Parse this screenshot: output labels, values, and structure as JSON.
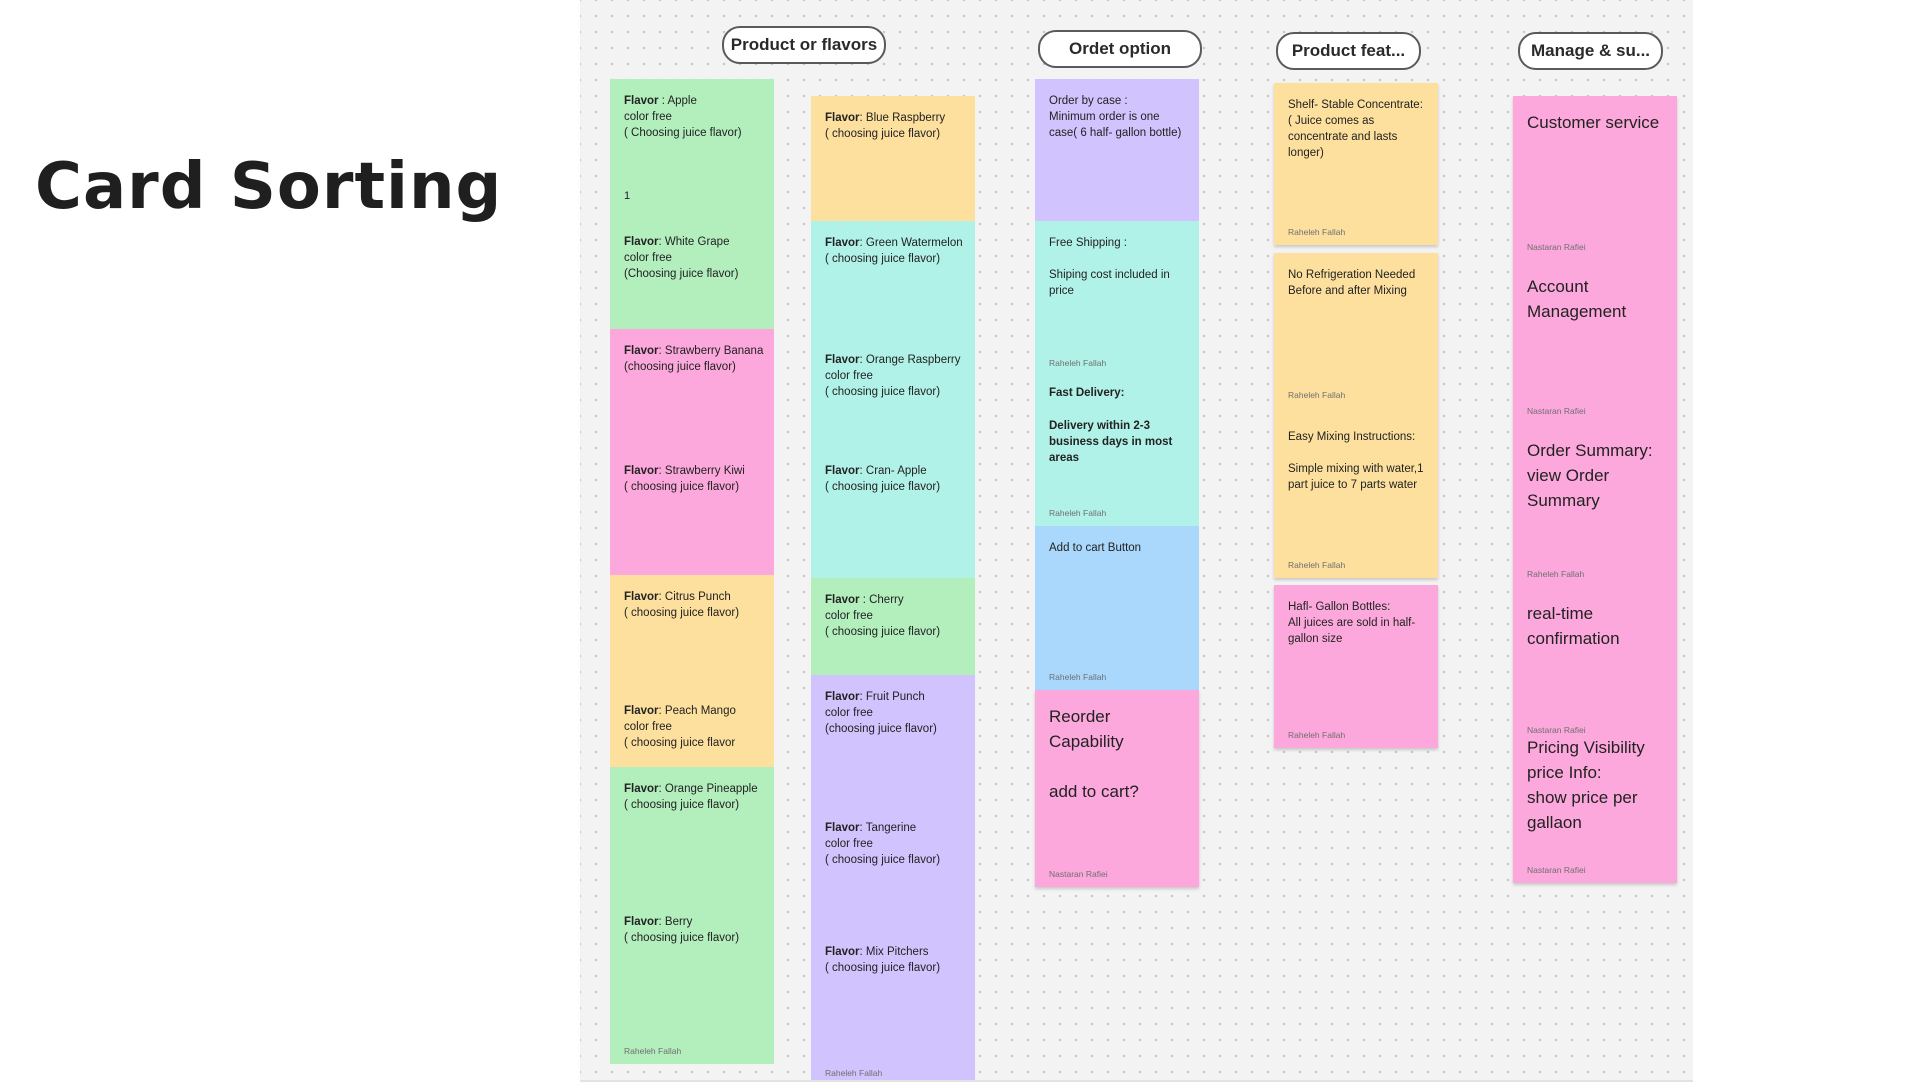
{
  "slide": {
    "title": "Card Sorting"
  },
  "headers": {
    "products": "Product or flavors",
    "order": "Ordet option",
    "features": "Product feat...",
    "manage": "Manage & su..."
  },
  "col1": {
    "apple": {
      "label": "Flavor",
      "text": " : Apple\ncolor free\n( Choosing juice flavor)",
      "num": "1"
    },
    "white_grape": {
      "label": "Flavor",
      "text": ": White Grape\ncolor free\n(Choosing juice flavor)"
    },
    "straw_banana": {
      "label": "Flavor",
      "text": ": Strawberry Banana\n(choosing juice flavor)"
    },
    "straw_kiwi": {
      "label": "Flavor",
      "text": ": Strawberry Kiwi\n( choosing juice flavor)"
    },
    "citrus": {
      "label": "Flavor",
      "text": ":  Citrus Punch\n( choosing juice flavor)"
    },
    "peach": {
      "label": "Flavor",
      "text": ": Peach Mango\ncolor free\n( choosing juice flavor"
    },
    "orange_pine": {
      "label": "Flavor",
      "text": ": Orange Pineapple\n( choosing juice flavor)"
    },
    "berry": {
      "label": "Flavor",
      "text": ": Berry\n( choosing juice flavor)"
    },
    "author": "Raheleh Fallah"
  },
  "col2": {
    "blue_rasp": {
      "label": "Flavor",
      "text": ": Blue Raspberry\n( choosing juice flavor)"
    },
    "green_water": {
      "label": "Flavor",
      "text": ": Green Watermelon\n( choosing juice flavor)"
    },
    "orange_rasp": {
      "label": "Flavor",
      "text": ": Orange Raspberry\ncolor free\n( choosing juice flavor)"
    },
    "cran_apple": {
      "label": "Flavor",
      "text": ": Cran- Apple\n( choosing juice flavor)"
    },
    "cherry": {
      "label": "Flavor",
      "text": " : Cherry\ncolor free\n( choosing juice flavor)"
    },
    "fruit_punch": {
      "label": "Flavor",
      "text": ": Fruit Punch\ncolor free\n(choosing juice flavor)"
    },
    "tangerine": {
      "label": "Flavor",
      "text": ": Tangerine\ncolor free\n( choosing juice flavor)"
    },
    "mix": {
      "label": "Flavor",
      "text": ": Mix Pitchers\n( choosing juice flavor)"
    },
    "author": "Raheleh Fallah"
  },
  "col3": {
    "case": "Order by case :\nMinimum order is one\ncase( 6 half- gallon bottle)",
    "shipping": "Free Shipping :\n\nShiping cost included in\nprice",
    "shipping_author": "Raheleh Fallah",
    "fast_title": "Fast Delivery:",
    "fast_text": "Delivery within 2-3\nbusiness days in most\nareas",
    "fast_author": "Raheleh Fallah",
    "cart": "Add to cart Button",
    "cart_author": "Raheleh Fallah",
    "reorder": "Reorder\nCapability\n\nadd to cart?",
    "reorder_author": "Nastaran Rafiei"
  },
  "col4": {
    "shelf": "Shelf- Stable Concentrate:\n( Juice comes as\nconcentrate and lasts\nlonger)",
    "shelf_author": "Raheleh Fallah",
    "norefrig": "No Refrigeration Needed\nBefore and after Mixing",
    "norefrig_author": "Raheleh Fallah",
    "mixing": "Easy Mixing Instructions:\n\nSimple mixing with water,1\npart juice to 7 parts water",
    "mixing_author": "Raheleh Fallah",
    "half": "Hafl- Gallon Bottles:\nAll juices are sold in half-\ngallon size",
    "half_author": "Raheleh Fallah"
  },
  "col5": {
    "customer": "Customer service",
    "customer_author": "Nastaran Rafiei",
    "account": "Account\nManagement",
    "account_author": "Nastaran Rafiei",
    "summary": "Order Summary:\nview Order\nSummary",
    "summary_author": "Raheleh Fallah",
    "realtime": "real-time\nconfirmation",
    "realtime_author": "Nastaran Rafiei",
    "pricing": "Pricing Visibility\nprice Info:\nshow price per\ngallaon",
    "pricing_author": "Nastaran Rafiei"
  },
  "colors": {
    "green": "#b3eebd",
    "yellow": "#fde09e",
    "pink": "#fda8dc",
    "cyan": "#b1f2e8",
    "purple": "#d1c3fd",
    "blue": "#aad8fc"
  }
}
